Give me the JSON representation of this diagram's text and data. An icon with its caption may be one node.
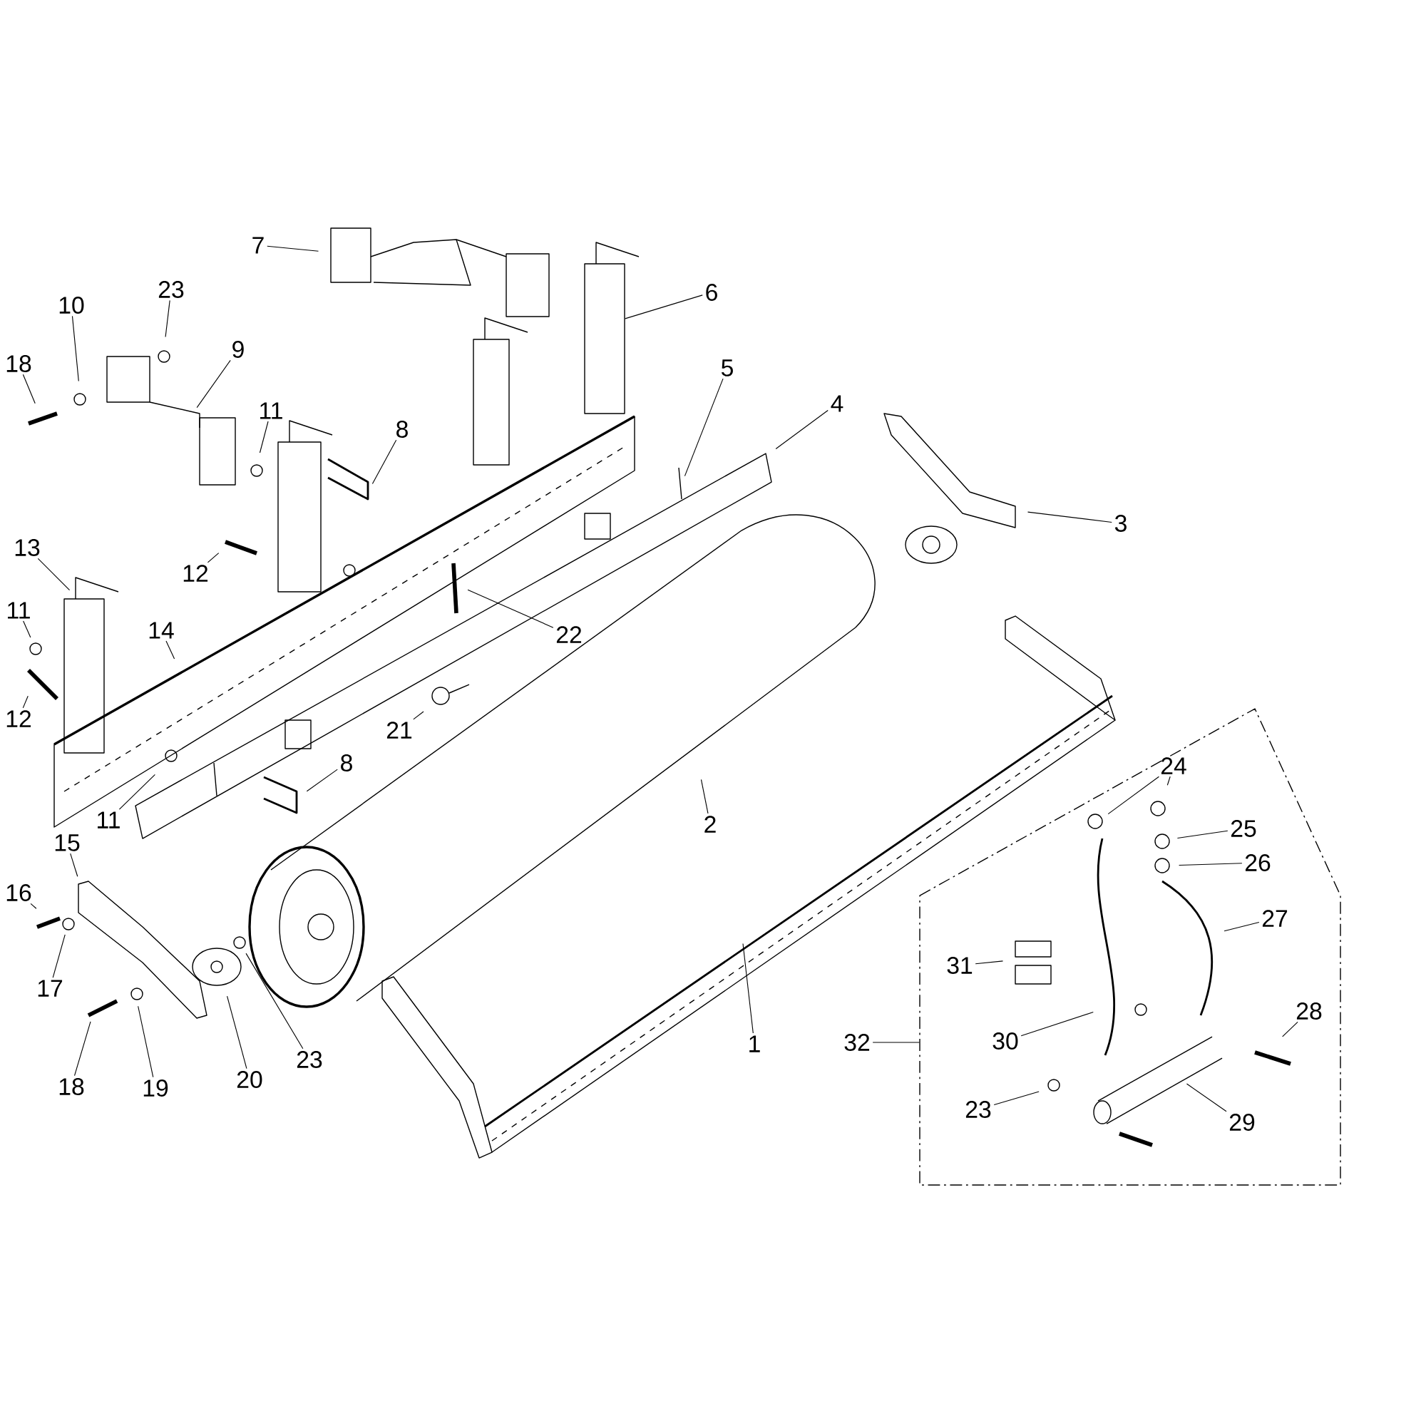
{
  "diagram": {
    "nodes": [
      {
        "text": [
          "7"
        ]
      },
      {
        "text": [
          "23"
        ]
      },
      {
        "text": [
          "10"
        ]
      },
      {
        "text": [
          "6"
        ]
      },
      {
        "text": [
          "9"
        ]
      },
      {
        "text": [
          "18"
        ]
      },
      {
        "text": [
          "5"
        ]
      },
      {
        "text": [
          "4"
        ]
      },
      {
        "text": [
          "11"
        ]
      },
      {
        "text": [
          "8"
        ]
      },
      {
        "text": [
          "3"
        ]
      },
      {
        "text": [
          "13"
        ]
      },
      {
        "text": [
          "12"
        ]
      },
      {
        "text": [
          "11"
        ]
      },
      {
        "text": [
          "14"
        ]
      },
      {
        "text": [
          "22"
        ]
      },
      {
        "text": [
          "12"
        ]
      },
      {
        "text": [
          "21"
        ]
      },
      {
        "text": [
          "8"
        ]
      },
      {
        "text": [
          "11"
        ]
      },
      {
        "text": [
          "2"
        ]
      },
      {
        "text": [
          "15"
        ]
      },
      {
        "text": [
          "16"
        ]
      },
      {
        "text": [
          "17"
        ]
      },
      {
        "text": [
          "1"
        ]
      },
      {
        "text": [
          "20"
        ]
      },
      {
        "text": [
          "23"
        ]
      },
      {
        "text": [
          "18"
        ]
      },
      {
        "text": [
          "19"
        ]
      },
      {
        "text": [],
        "shape": "box"
      },
      {
        "text": [
          "24"
        ],
        "in": 29
      },
      {
        "text": [
          "25"
        ],
        "in": 29
      },
      {
        "text": [
          "26"
        ],
        "in": 29
      },
      {
        "text": [
          "27"
        ],
        "in": 29
      },
      {
        "text": [
          "31"
        ],
        "in": 29
      },
      {
        "text": [
          "28"
        ],
        "in": 29
      },
      {
        "text": [
          "30"
        ],
        "in": 29
      },
      {
        "text": [
          "32"
        ]
      },
      {
        "text": [
          "23"
        ],
        "in": 29
      },
      {
        "text": [
          "29"
        ],
        "in": 29
      }
    ],
    "edges": [
      {
        "from": 0,
        "to": null,
        "arrow": "none"
      },
      {
        "from": 1,
        "to": null,
        "arrow": "none"
      },
      {
        "from": 2,
        "to": null,
        "arrow": "none"
      },
      {
        "from": 3,
        "to": null,
        "arrow": "none"
      },
      {
        "from": 4,
        "to": null,
        "arrow": "none"
      },
      {
        "from": 5,
        "to": null,
        "arrow": "none"
      },
      {
        "from": 6,
        "to": null,
        "arrow": "none"
      },
      {
        "from": 7,
        "to": null,
        "arrow": "none"
      },
      {
        "from": 8,
        "to": null,
        "arrow": "none"
      },
      {
        "from": 9,
        "to": null,
        "arrow": "none"
      },
      {
        "from": 10,
        "to": null,
        "arrow": "none"
      },
      {
        "from": 11,
        "to": null,
        "arrow": "none"
      },
      {
        "from": 12,
        "to": null,
        "arrow": "none"
      },
      {
        "from": 13,
        "to": null,
        "arrow": "none"
      },
      {
        "from": 14,
        "to": null,
        "arrow": "none"
      },
      {
        "from": 15,
        "to": null,
        "arrow": "none"
      },
      {
        "from": 16,
        "to": null,
        "arrow": "none"
      },
      {
        "from": 17,
        "to": null,
        "arrow": "none"
      },
      {
        "from": 18,
        "to": null,
        "arrow": "none"
      },
      {
        "from": 19,
        "to": null,
        "arrow": "none"
      },
      {
        "from": 20,
        "to": null,
        "arrow": "none"
      },
      {
        "from": 21,
        "to": null,
        "arrow": "none"
      },
      {
        "from": 22,
        "to": null,
        "arrow": "none"
      },
      {
        "from": 23,
        "to": null,
        "arrow": "none"
      },
      {
        "from": 24,
        "to": null,
        "arrow": "none"
      },
      {
        "from": 25,
        "to": null,
        "arrow": "none"
      },
      {
        "from": 26,
        "to": null,
        "arrow": "none"
      },
      {
        "from": 27,
        "to": null,
        "arrow": "none"
      },
      {
        "from": 28,
        "to": null,
        "arrow": "none"
      },
      {
        "from": 30,
        "to": null,
        "arrow": "none"
      },
      {
        "from": 30,
        "to": null,
        "arrow": "none"
      },
      {
        "from": 31,
        "to": null,
        "arrow": "none"
      },
      {
        "from": 32,
        "to": null,
        "arrow": "none"
      },
      {
        "from": 33,
        "to": null,
        "arrow": "none"
      },
      {
        "from": 34,
        "to": null,
        "arrow": "none"
      },
      {
        "from": 35,
        "to": null,
        "arrow": "none"
      },
      {
        "from": 36,
        "to": null,
        "arrow": "none"
      },
      {
        "from": 37,
        "to": 29,
        "arrow": "none"
      },
      {
        "from": 38,
        "to": null,
        "arrow": "none"
      },
      {
        "from": 39,
        "to": null,
        "arrow": "none"
      }
    ]
  }
}
